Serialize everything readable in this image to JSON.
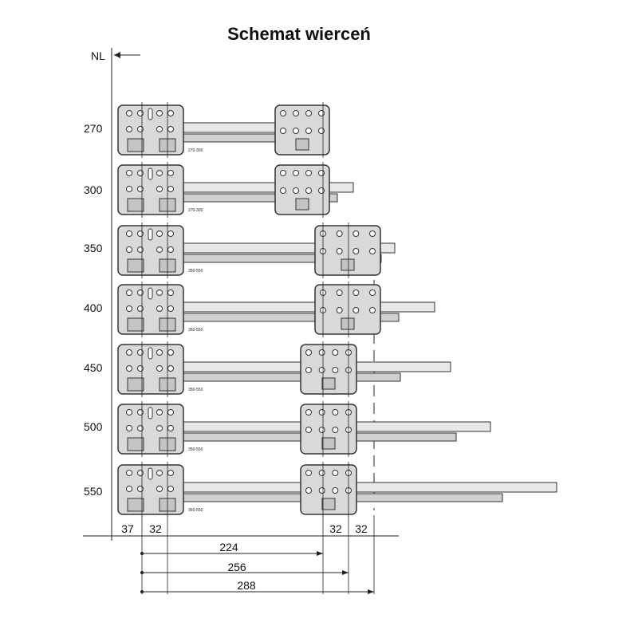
{
  "title": "Schemat wierceń",
  "reference_label": "NL",
  "rows": [
    {
      "nl": "270",
      "stamp": "270-300"
    },
    {
      "nl": "300",
      "stamp": "270-300"
    },
    {
      "nl": "350",
      "stamp": "350-550"
    },
    {
      "nl": "400",
      "stamp": "350-550"
    },
    {
      "nl": "450",
      "stamp": "350-550"
    },
    {
      "nl": "500",
      "stamp": "350-550"
    },
    {
      "nl": "550",
      "stamp": "350-550"
    }
  ],
  "dimensions": {
    "offset_front": "37",
    "spacing_front": "32",
    "spacing_rear_a": "32",
    "spacing_rear_b": "32",
    "span_224": "224",
    "span_256": "256",
    "span_288": "288"
  },
  "colors": {
    "part_fill": "#d9d9d9",
    "part_stroke": "#333333",
    "line": "#222222"
  }
}
